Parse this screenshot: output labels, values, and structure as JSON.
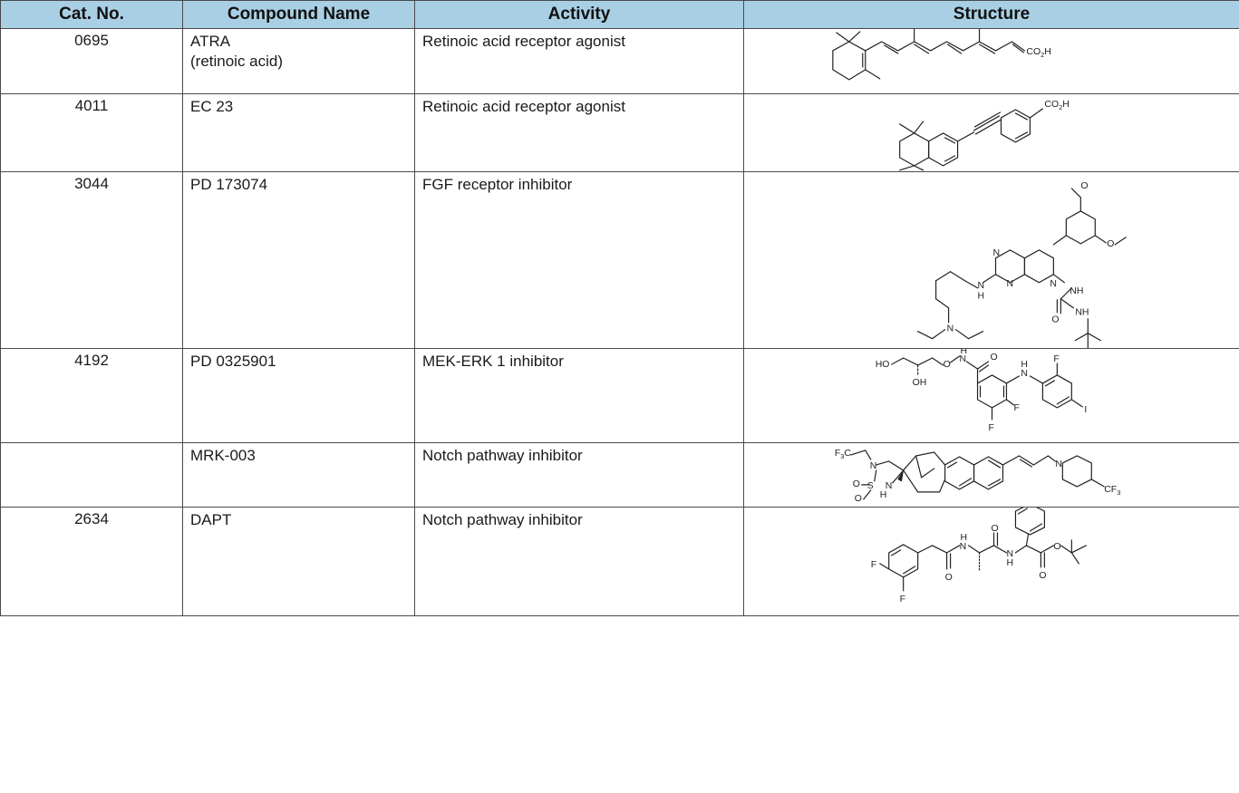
{
  "table": {
    "headers": [
      "Cat. No.",
      "Compound Name",
      "Activity",
      "Structure"
    ],
    "rows": [
      {
        "cat": "0695",
        "name": "ATRA",
        "name2": "(retinoic acid)",
        "activity": "Retinoic acid receptor agonist",
        "atoms": {
          "a1": "CO",
          "a1s": "2",
          "a1e": "H"
        }
      },
      {
        "cat": "4011",
        "name": "EC 23",
        "name2": "",
        "activity": "Retinoic acid receptor agonist",
        "atoms": {
          "a1": "CO",
          "a1s": "2",
          "a1e": "H"
        }
      },
      {
        "cat": "3044",
        "name": "PD 173074",
        "name2": "",
        "activity": "FGF receptor inhibitor",
        "atoms": {
          "o1": "O",
          "o2": "O",
          "n1": "N",
          "n2": "N",
          "n3": "N",
          "nh1": "NH",
          "nh2": "NH",
          "nh3": "N",
          "h3": "H",
          "o3": "O",
          "n4": "N"
        }
      },
      {
        "cat": "4192",
        "name": "PD 0325901",
        "name2": "",
        "activity": "MEK-ERK 1 inhibitor",
        "atoms": {
          "ho": "HO",
          "oh": "OH",
          "o1": "O",
          "n1": "N",
          "h1": "H",
          "o2": "O",
          "n2": "N",
          "h2": "H",
          "f1": "F",
          "f2": "F",
          "f3": "F",
          "i": "I"
        }
      },
      {
        "cat": "",
        "name": "MRK-003",
        "name2": "",
        "activity": "Notch pathway inhibitor",
        "atoms": {
          "f3c": "F",
          "f3cs": "3",
          "f3ce": "C",
          "n1": "N",
          "o1": "O",
          "s": "S",
          "o2": "O",
          "n2": "N",
          "h": "H",
          "n3": "N",
          "cf3": "CF",
          "cf3s": "3"
        }
      },
      {
        "cat": "2634",
        "name": "DAPT",
        "name2": "",
        "activity": "Notch pathway inhibitor",
        "atoms": {
          "f1": "F",
          "f2": "F",
          "o1": "O",
          "n1": "N",
          "h1": "H",
          "o2": "O",
          "n2": "N",
          "h2": "H",
          "o3": "O",
          "o4": "O"
        }
      }
    ]
  }
}
